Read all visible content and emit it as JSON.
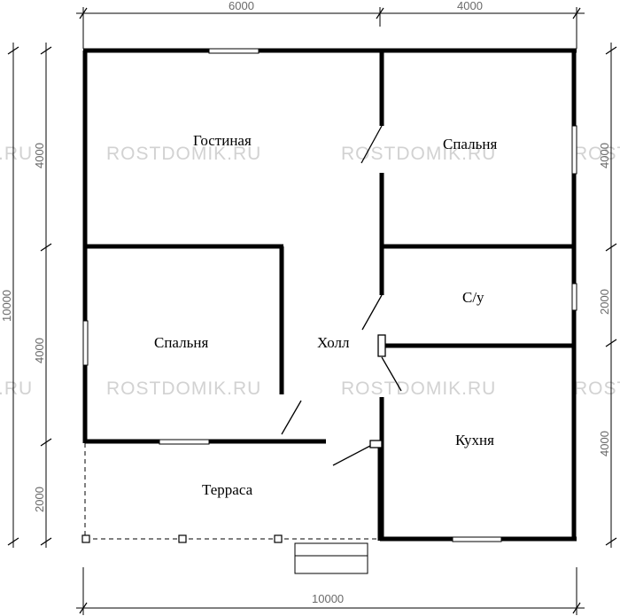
{
  "dimensions": {
    "top": [
      "6000",
      "4000"
    ],
    "bottom": [
      "10000"
    ],
    "left_total": "10000",
    "left_sections": [
      "4000",
      "4000",
      "2000"
    ],
    "right_sections": [
      "4000",
      "2000",
      "4000"
    ]
  },
  "rooms": {
    "living": "Гостиная",
    "bedroom_top": "Спальня",
    "bedroom_left": "Спальня",
    "bathroom": "С/у",
    "hall": "Холл",
    "kitchen": "Кухня",
    "terrace": "Терраса"
  },
  "watermark": "ROSTDOMIK.RU",
  "watermark_partial": ".RU"
}
